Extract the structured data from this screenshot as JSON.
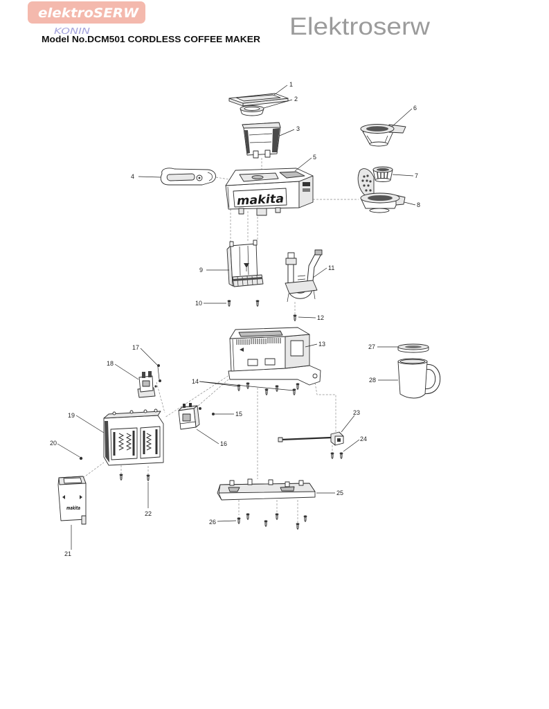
{
  "brand": {
    "logo_text": "elektroSERW",
    "logo_location": "KONIN",
    "watermark": "Elektroserw",
    "colors": {
      "logo_bg": "#f4b9ad",
      "logo_location": "#a4a4dc",
      "watermark": "#9b9b9b"
    }
  },
  "title": "Model No.DCM501 CORDLESS COFFEE MAKER",
  "part_markings": {
    "housing_logo": "makita",
    "cover_logo": "makita"
  },
  "callouts": [
    "1",
    "2",
    "3",
    "4",
    "5",
    "6",
    "7",
    "8",
    "9",
    "10",
    "11",
    "12",
    "13",
    "14",
    "15",
    "16",
    "17",
    "18",
    "19",
    "20",
    "21",
    "22",
    "23",
    "24",
    "25",
    "26",
    "27",
    "28"
  ]
}
